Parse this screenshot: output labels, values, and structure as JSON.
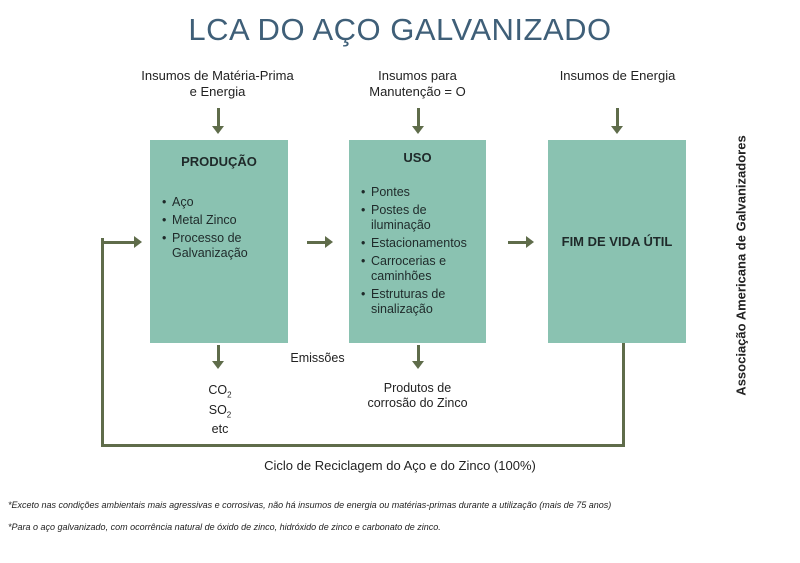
{
  "title": "LCA DO AÇO GALVANIZADO",
  "inputs": {
    "production": [
      "Insumos de Matéria-Prima",
      "e Energia"
    ],
    "use": [
      "Insumos para",
      "Manutenção = O"
    ],
    "end_of_life": "Insumos de Energia"
  },
  "boxes": {
    "production": {
      "title": "PRODUÇÃO",
      "items": [
        "Aço",
        "Metal Zinco",
        "Processo de Galvanização"
      ]
    },
    "use": {
      "title": "USO",
      "items": [
        "Pontes",
        "Postes de iluminação",
        "Estacionamentos",
        "Carrocerias e caminhões",
        "Estruturas de sinalização"
      ]
    },
    "end_of_life": {
      "title": "FIM DE VIDA ÚTIL"
    }
  },
  "outputs": {
    "emissions_label": "Emissões",
    "emissions": [
      "CO",
      "SO",
      "etc"
    ],
    "emissions_subscript": "2",
    "zinc_corrosion": [
      "Produtos de",
      "corrosão do Zinco"
    ]
  },
  "recycling_label": "Ciclo de Reciclagem do Aço e do Zinco (100%)",
  "side_label": "Associação Americana de Galvanizadores",
  "footnotes": [
    "*Exceto nas condições ambientais mais agressivas e corrosivas, não há insumos de energia ou matérias-primas durante a utilização (mais de 75 anos)",
    "*Para o aço galvanizado, com ocorrência natural de óxido de zinco, hidróxido de zinco e carbonato de zinco."
  ],
  "colors": {
    "box_fill": "#8ac2b1",
    "arrow": "#5f6c4a",
    "title": "#3f5f78"
  }
}
